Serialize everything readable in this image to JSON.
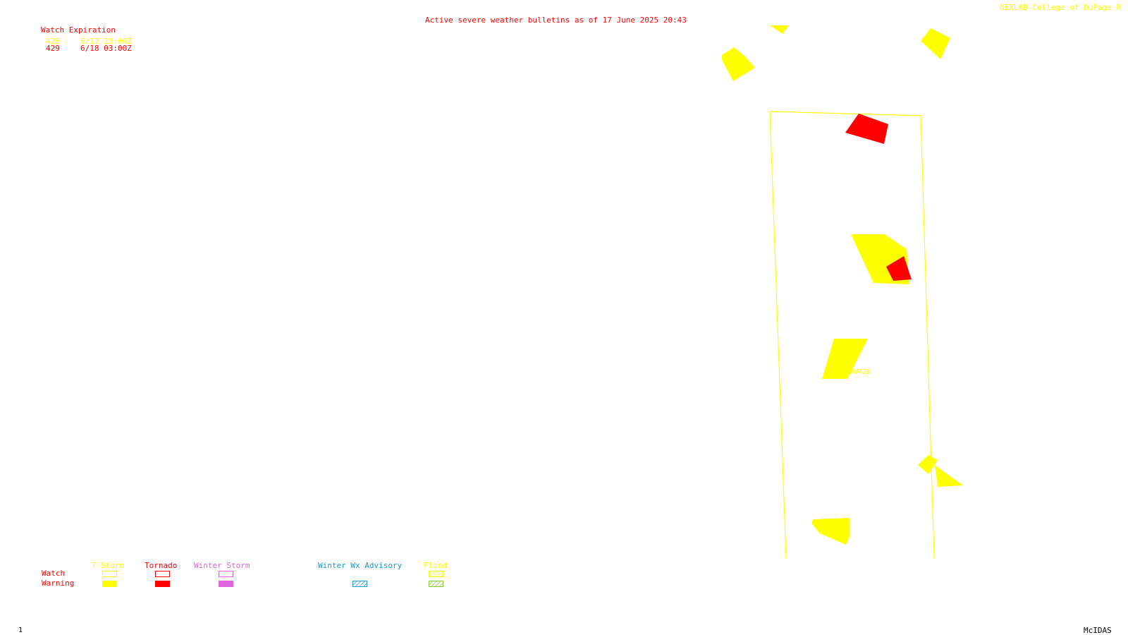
{
  "header": {
    "title": "Active severe weather bulletins as of 17 June 2025 20:43",
    "credit": "NEXLAB-College of DuPage R"
  },
  "watch_table": {
    "heading": "Watch Expiration",
    "rows": [
      {
        "id": "428",
        "expires": "6/17 23:00Z",
        "color": "#ffff00"
      },
      {
        "id": "429",
        "expires": "6/18 03:00Z",
        "color": "#ff0000"
      }
    ]
  },
  "map": {
    "watch_box_label": "WW428",
    "watch_box_color": "#ffff00",
    "tstorm_warning_color": "#ffff00",
    "tornado_warning_color": "#ff0000"
  },
  "legend": {
    "row_labels": {
      "watch": "Watch",
      "warning": "Warning"
    },
    "columns": [
      {
        "label": "T-Storm",
        "color": "#ffff00",
        "watch": "outline",
        "warning": "filled"
      },
      {
        "label": "Tornado",
        "color": "#ff0000",
        "watch": "outline",
        "warning": "filled"
      },
      {
        "label": "Winter Storm",
        "color": "#dd66dd",
        "watch": "outline",
        "warning": "filled"
      },
      {
        "label": "Winter Wx Advisory",
        "color": "#1e9ad6",
        "watch": "none",
        "warning": "hatched"
      },
      {
        "label": "Flood",
        "color": "#ffff00",
        "watch": "hatched",
        "warning": "hatched",
        "warning_color": "#88cc33"
      }
    ]
  },
  "footer": {
    "frame_number": "1",
    "software": "McIDAS"
  }
}
